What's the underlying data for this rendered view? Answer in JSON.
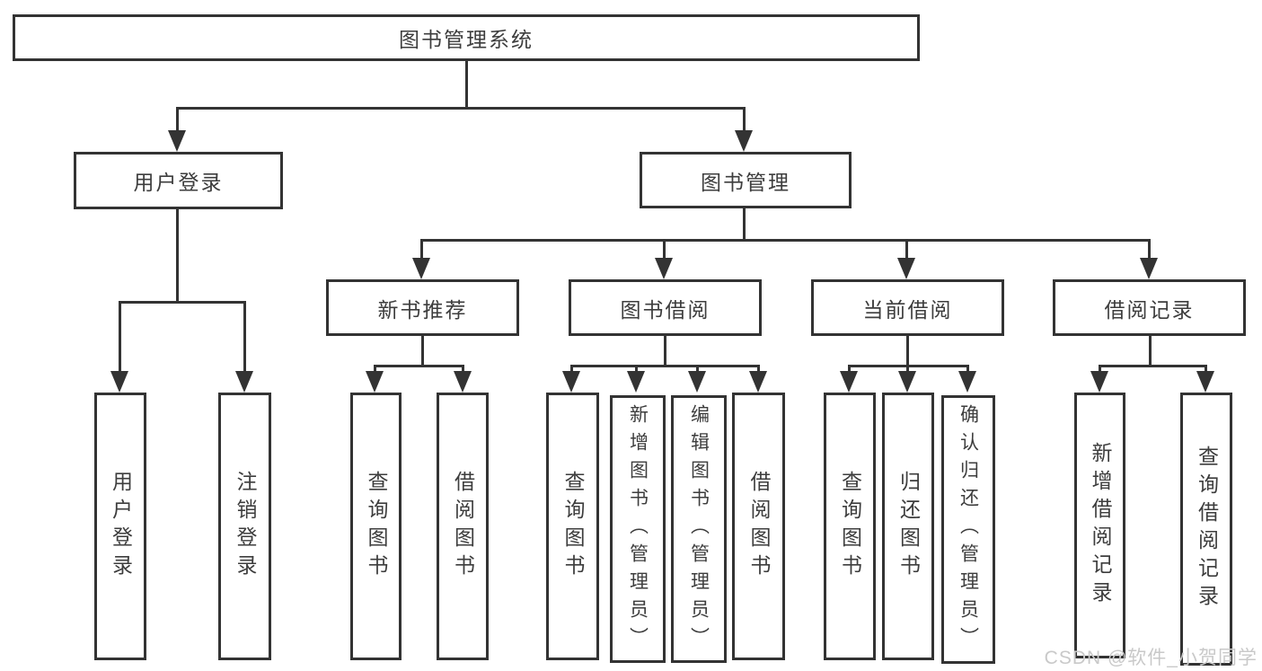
{
  "colors": {
    "line": "#333333",
    "text": "#3d3d3d",
    "box_background": "#ffffff",
    "page_background": "#ffffff",
    "watermark": "#c9c9c9"
  },
  "watermark": {
    "text": "CSDN @软件_小贺同学"
  },
  "diagram": {
    "root": "图书管理系统",
    "branches": [
      {
        "label": "用户登录",
        "children": [
          "用户登录",
          "注销登录"
        ]
      },
      {
        "label": "图书管理",
        "children": [
          {
            "label": "新书推荐",
            "children": [
              "查询图书",
              "借阅图书"
            ]
          },
          {
            "label": "图书借阅",
            "children": [
              "查询图书",
              "新增图书（管理员）",
              "编辑图书（管理员）",
              "借阅图书"
            ]
          },
          {
            "label": "当前借阅",
            "children": [
              "查询图书",
              "归还图书",
              "确认归还（管理员）"
            ]
          },
          {
            "label": "借阅记录",
            "children": [
              "新增借阅记录",
              "查询借阅记录"
            ]
          }
        ]
      }
    ]
  }
}
